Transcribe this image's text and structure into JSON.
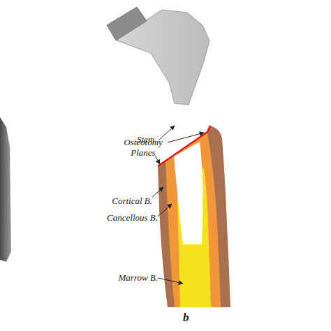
{
  "diagram": {
    "labels": [
      "Stem",
      "Osteotomy Planes",
      "Cortical B.",
      "Cancellous B.",
      "Marrow B.",
      "b"
    ]
  }
}
